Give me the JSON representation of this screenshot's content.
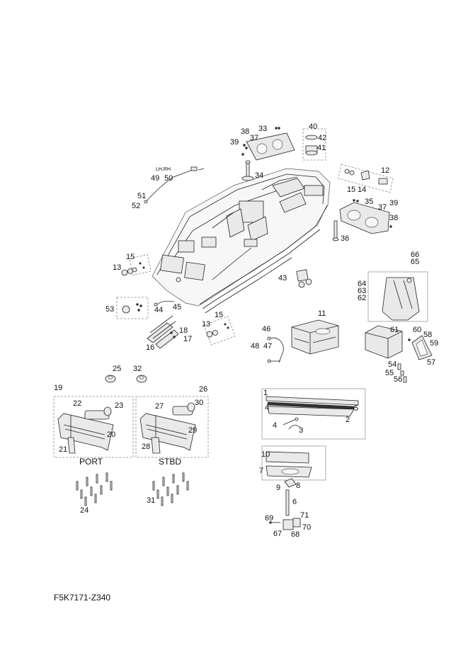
{
  "part_numbers": {
    "n1": "1",
    "n2": "2",
    "n3": "3",
    "n4a": "4",
    "n4b": "4",
    "n5": "5",
    "n6": "6",
    "n7": "7",
    "n8": "8",
    "n9": "9",
    "n10": "10",
    "n11": "11",
    "n12": "12",
    "n13a": "13",
    "n13b": "13",
    "n14": "14",
    "n15a": "15",
    "n15b": "15",
    "n15c": "15",
    "n16": "16",
    "n17": "17",
    "n18": "18",
    "n19": "19",
    "n20": "20",
    "n21": "21",
    "n22": "22",
    "n23": "23",
    "n24": "24",
    "n25": "25",
    "n26": "26",
    "n27": "27",
    "n28": "28",
    "n29": "29",
    "n30": "30",
    "n31": "31",
    "n32": "32",
    "n33": "33",
    "n34": "34",
    "n35": "35",
    "n36": "36",
    "n37a": "37",
    "n37b": "37",
    "n38a": "38",
    "n38b": "38",
    "n39a": "39",
    "n39b": "39",
    "n40": "40",
    "n41": "41",
    "n42": "42",
    "n43": "43",
    "n44": "44",
    "n45": "45",
    "n46": "46",
    "n47": "47",
    "n48": "48",
    "n49": "49",
    "n50": "50",
    "n51": "51",
    "n52": "52",
    "n53": "53",
    "n54": "54",
    "n55": "55",
    "n56": "56",
    "n57": "57",
    "n58": "58",
    "n59": "59",
    "n60": "60",
    "n61": "61",
    "n62": "62",
    "n63": "63",
    "n64": "64",
    "n65": "65",
    "n66": "66",
    "n67": "67",
    "n68": "68",
    "n69": "69",
    "n70": "70",
    "n71": "71"
  },
  "lh_rh_label": "LH,RH",
  "port_label": "PORT",
  "stbd_label": "STBD",
  "figure_code": "F5K7171-Z340"
}
